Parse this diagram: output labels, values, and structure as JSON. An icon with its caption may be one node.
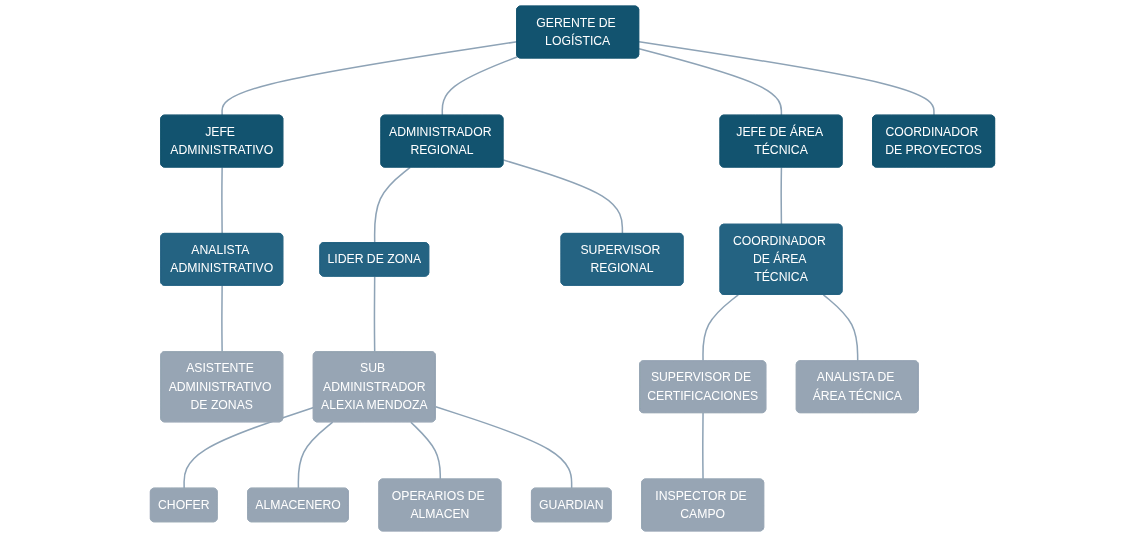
{
  "diagram": {
    "nodes": [
      {
        "text": [
          "GERENTE DE LOGÍSTICA"
        ]
      },
      {
        "text": [
          "JEFE ADMINISTRATIVO"
        ]
      },
      {
        "text": [
          "ADMINISTRADOR REGIONAL"
        ]
      },
      {
        "text": [
          "JEFE DE ÁREA TÉCNICA"
        ]
      },
      {
        "text": [
          "COORDINADOR DE PROYECTOS"
        ]
      },
      {
        "text": [
          "ANALISTA ADMINISTRATIVO"
        ]
      },
      {
        "text": [
          "LIDER DE ZONA"
        ]
      },
      {
        "text": [
          "SUPERVISOR REGIONAL"
        ]
      },
      {
        "text": [
          "COORDINADOR DE ÁREA TÉCNICA"
        ]
      },
      {
        "text": [
          "ASISTENTE ADMINISTRATIVO DE ZONAS"
        ]
      },
      {
        "text": [
          "SUB ADMINISTRADOR",
          "ALEXIA MENDOZA"
        ]
      },
      {
        "text": [
          "SUPERVISOR DE CERTIFICACIONES"
        ]
      },
      {
        "text": [
          "ANALISTA DE ÁREA TÉCNICA"
        ]
      },
      {
        "text": [
          "CHOFER"
        ]
      },
      {
        "text": [
          "ALMACENERO"
        ]
      },
      {
        "text": [
          "OPERARIOS DE ALMACEN"
        ]
      },
      {
        "text": [
          "GUARDIAN"
        ]
      },
      {
        "text": [
          "INSPECTOR DE CAMPO"
        ]
      }
    ],
    "edges": [
      {
        "from": 0,
        "to": 1,
        "arrow": "none"
      },
      {
        "from": 0,
        "to": 2,
        "arrow": "none"
      },
      {
        "from": 0,
        "to": 3,
        "arrow": "none"
      },
      {
        "from": 0,
        "to": 4,
        "arrow": "none"
      },
      {
        "from": 1,
        "to": 5,
        "arrow": "none"
      },
      {
        "from": 2,
        "to": 6,
        "arrow": "none"
      },
      {
        "from": 2,
        "to": 7,
        "arrow": "none"
      },
      {
        "from": 3,
        "to": 8,
        "arrow": "none"
      },
      {
        "from": 5,
        "to": 9,
        "arrow": "none"
      },
      {
        "from": 6,
        "to": 10,
        "arrow": "none"
      },
      {
        "from": 8,
        "to": 11,
        "arrow": "none"
      },
      {
        "from": 8,
        "to": 12,
        "arrow": "none"
      },
      {
        "from": 10,
        "to": 13,
        "arrow": "none"
      },
      {
        "from": 10,
        "to": 14,
        "arrow": "none"
      },
      {
        "from": 10,
        "to": 15,
        "arrow": "none"
      },
      {
        "from": 10,
        "to": 16,
        "arrow": "none"
      },
      {
        "from": 11,
        "to": 17,
        "arrow": "none"
      }
    ]
  }
}
